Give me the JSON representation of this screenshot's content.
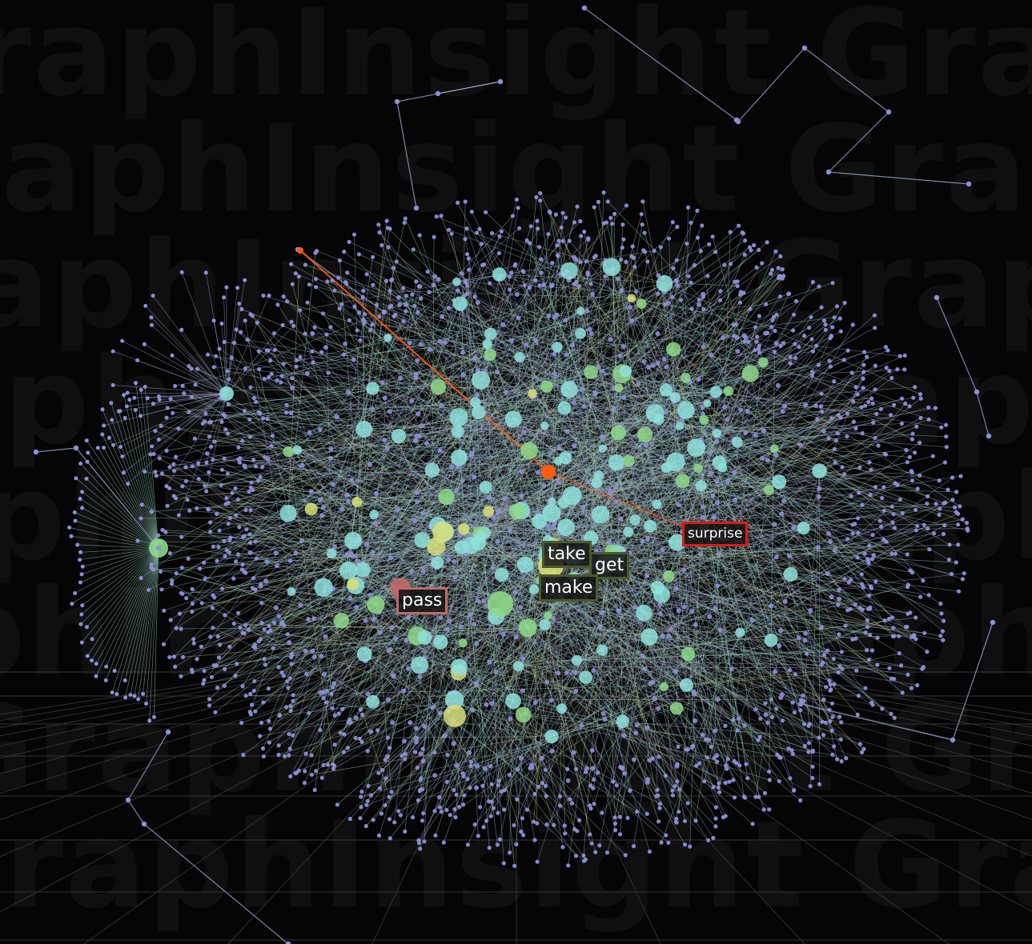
{
  "watermark": {
    "rows": [
      "GraphInsight GraphInsight GraphInsight",
      "GraphInsight GraphInsight GraphInsight",
      "GraphInsight GraphInsight GraphInsight",
      "GraphInsight GraphInsight GraphInsight",
      "GraphInsight GraphInsight GraphInsight",
      "GraphInsight GraphInsight GraphInsight",
      "GraphInsight GraphInsight GraphInsight",
      "GraphInsight GraphInsight GraphInsight"
    ]
  },
  "labels": {
    "surprise": "surprise",
    "take": "take",
    "get": "get",
    "make": "make",
    "pass": "pass"
  },
  "colors": {
    "background": "#050505",
    "grid": "#3a3a3a",
    "edge": "#9aa6c8",
    "edge_teal": "#8fc9b8",
    "edge_yellow": "#c8c27a",
    "leaf_node": "#8f8fd8",
    "hub_cyan": "#8fe0dc",
    "hub_green": "#8fd88a",
    "hub_yellow": "#d8df7a",
    "highlight_orange": "#ff5a10",
    "highlight_red": "#e01818"
  }
}
